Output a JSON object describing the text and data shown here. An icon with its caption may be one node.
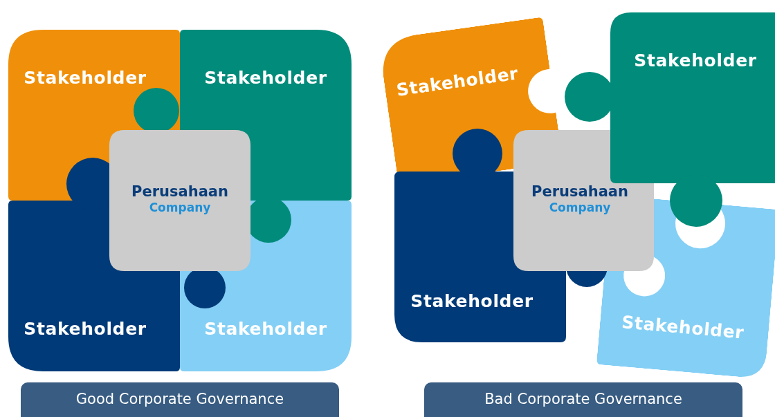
{
  "diagram": {
    "nodes": [
      {
        "text": [
          "Stakeholder"
        ]
      },
      {
        "text": [
          "Stakeholder"
        ]
      },
      {
        "text": [
          "Perusahaan",
          "Company"
        ]
      },
      {
        "text": [
          "Stakeholder"
        ]
      },
      {
        "text": [
          "Stakeholder"
        ]
      },
      {
        "text": [
          "Good Corporate Governance"
        ]
      },
      {
        "text": [
          "Stakeholder"
        ]
      },
      {
        "text": [
          "Stakeholder"
        ]
      },
      {
        "text": [
          "Perusahaan",
          "Company"
        ]
      },
      {
        "text": [
          "Stakeholder"
        ]
      },
      {
        "text": [
          "Stakeholder"
        ]
      },
      {
        "text": [
          "Bad Corporate Governance"
        ]
      }
    ]
  }
}
